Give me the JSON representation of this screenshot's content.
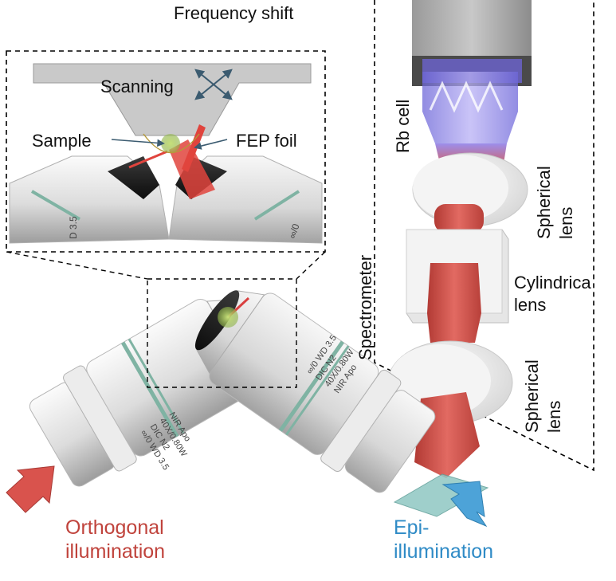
{
  "labels": {
    "frequency_shift": "Frequency shift",
    "scanning": "Scanning",
    "sample": "Sample",
    "fep_foil": "FEP foil",
    "rb_cell": "Rb cell",
    "spherical_lens_top_1": "Spherical",
    "spherical_lens_top_2": "lens",
    "cylindrical_lens_1": "Cylindrica",
    "cylindrical_lens_2": "lens",
    "spherical_lens_bottom_1": "Spherical",
    "spherical_lens_bottom_2": "lens",
    "spectrometer": "Spectrometer",
    "orthogonal_1": "Orthogonal",
    "orthogonal_2": "illumination",
    "epi_1": "Epi-",
    "epi_2": "illumination"
  },
  "objective_engravings": {
    "left": [
      "NIR Apo",
      "40X/0.80W",
      "DIC N2",
      "∞/0 WD 3.5"
    ],
    "right": [
      "NIR Apo",
      "40X/0.80W",
      "DIC N2",
      "∞/0 WD 3.5"
    ],
    "inset_left": "D 3.5",
    "inset_right": "∞/0"
  },
  "colors": {
    "beam_red": "#c9463f",
    "beam_red_light": "#e87068",
    "beam_purple": "#7a6fe0",
    "epi_blue": "#4a9fd4",
    "orthogonal_text": "#c0433c",
    "epi_text": "#2f8bc6"
  }
}
